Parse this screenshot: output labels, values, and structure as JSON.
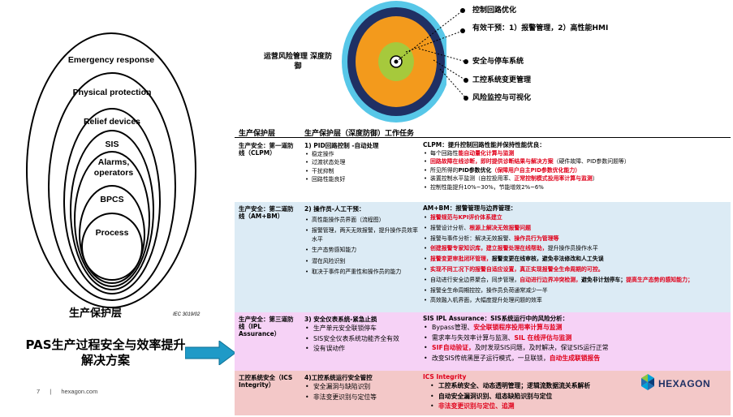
{
  "onion": {
    "layers": [
      "Emergency response",
      "Physical protection",
      "Relief devices",
      "SIS",
      "Alarms, operators",
      "BPCS",
      "Process"
    ],
    "title": "生产保护层",
    "cite": "IEC   3019/02"
  },
  "pas_title": "PAS生产过程安全与效率提升解决方案",
  "footer": {
    "page": "7",
    "sep": "|",
    "site": "hexagon.com"
  },
  "target": {
    "ops_label": "运营风险管理 深度防御",
    "callouts": [
      "控制回路优化",
      "有效干预：1）报警管理，2）高性能HMI",
      "安全与停车系统",
      "工控系统变更管理",
      "风险监控与可视化"
    ],
    "colors": {
      "center": "#ffffff",
      "green": "#a6c93c",
      "orange": "#f39a1c",
      "navy": "#1f3064",
      "cyan": "#57c7e8"
    }
  },
  "table": {
    "headers": {
      "col1": "生产保护层",
      "col2": "生产保护层（深度防御）工作任务"
    },
    "rows": [
      {
        "layer": "生产安全：第一道防线（CLPM）",
        "task_title": "1) PID回路控制 -自动处理",
        "task_items": [
          "稳定操作",
          "过渡状态处理",
          "干扰抑制",
          "回路性能良好"
        ],
        "detail_title": "CLPM：提升控制回路性能并保持性能优良：",
        "detail_items": [
          {
            "pre": "每个回路性",
            "red": "能自动量化计算与监测",
            "post": ""
          },
          {
            "pre": "",
            "red": "回路故障在线诊断，即时提供诊断结果与解决方案",
            "post": "（硬件故障、PID参数问题等）"
          },
          {
            "pre": "所见所得的",
            "bold": "PID参数优化",
            "red": "（保障用户自主PID参数优化能力）",
            "post": ""
          },
          {
            "pre": "装置控制水平监测（自控投用率、",
            "red": "正常控制模式投用率计算与监测",
            "post": "）"
          },
          {
            "pre": "控制性能提升10%~30%，节能增效2%~6%",
            "red": "",
            "post": ""
          }
        ],
        "bg": "#ffffff"
      },
      {
        "layer": "生产安全：第二道防线（AM+BM）",
        "task_title": "2) 操作员-人工干预：",
        "task_items": [
          "高性能操作员界面（流程图）",
          "报警管理，两天无效报警，提升操作员效率水平",
          "生产态势感知能力",
          "潜在风险识别",
          "取决于事件的严重性和操作员的能力"
        ],
        "detail_title": "AM+BM：报警管理与边界管理：",
        "detail_items": [
          {
            "pre": "",
            "red": "报警规范与KPI评价体系建立",
            "post": ""
          },
          {
            "pre": "报警设计分析、",
            "red": "根源上解决无效报警问题",
            "post": ""
          },
          {
            "pre": "报警与事件分析：解决无效报警、",
            "red": "操作员行为管理等",
            "post": ""
          },
          {
            "pre": "",
            "red": "创建报警专家知识库，建立报警处理在线帮助，",
            "post": "提升操作员操作水平"
          },
          {
            "pre": "",
            "red": "报警变更审批闭环管理，",
            "post": "报警变更在线审核，避免非法修改和人工失误"
          },
          {
            "pre": "",
            "red": "实现不同工况下的报警自适应设置，真正实现报警全生命周期的可控。",
            "post": ""
          },
          {
            "pre": "自动进行安全边界聚合，同步管理，",
            "red": "自动进行边界冲突检测，",
            "post": "避免非计划停车；",
            "red2": "提高生产态势的感知能力；"
          },
          {
            "pre": "报警全生命周期控控，操作员负荷通常减少一半",
            "red": "",
            "post": ""
          },
          {
            "pre": "高效融入机界面，大幅度提升处理问题的效率",
            "red": "",
            "post": ""
          }
        ],
        "bg": "#dcebf5"
      },
      {
        "layer": "生产安全：第三道防线（IPL Assurance）",
        "task_title": "3) 安全仪表系统-紧急止损",
        "task_items": [
          "生产单元安全联锁停车",
          "SIS安全仪表系统功能齐全有效",
          "没有误动作"
        ],
        "detail_title": "SIS IPL Assurance：SIS系统运行中的风险分析：",
        "detail_items": [
          {
            "pre": "Bypass管理、",
            "red": "安全联锁程序投用率计算与监测",
            "post": ""
          },
          {
            "pre": "需求率与失效率计算与监测、",
            "red": "SIL 在线评估与监测",
            "post": ""
          },
          {
            "pre": "",
            "red": "SIF自动验证，",
            "post": "及时发现SIS问题，及时解决，保证SIS运行正常"
          },
          {
            "pre": "改变SIS传统黑匣子运行模式，一旦联锁，",
            "red": "自动生成联锁报告",
            "post": ""
          }
        ],
        "bg": "#f6d2f6"
      },
      {
        "layer": "工控系统安全（ICS Integrity）",
        "task_title": "4)工控系统运行安全管控",
        "task_items": [
          "安全漏洞与缺陷识别",
          "非法变更识别与定位等"
        ],
        "detail_title": "ICS Integrity",
        "detail_items": [
          {
            "pre": "",
            "bold": "工控系统安全、动态透明管理；逻辑流数据流关系解析",
            "red": "",
            "post": ""
          },
          {
            "pre": "",
            "bold": "自动安全漏洞识别、组态缺陷识别与定位",
            "red": "",
            "post": ""
          },
          {
            "pre": "",
            "red": "非法变更识别与定位、追溯",
            "post": ""
          }
        ],
        "bg": "#f3c8c8"
      }
    ]
  },
  "logo": {
    "text": "HEXAGON",
    "colors": [
      "#1f6fb2",
      "#8cc63f",
      "#00a3d9",
      "#0b3d7a"
    ]
  },
  "arrow_color": "#1f9ac7"
}
